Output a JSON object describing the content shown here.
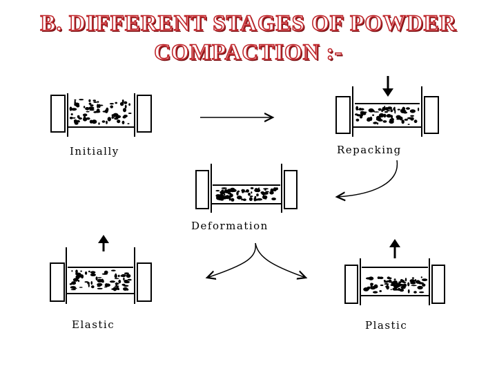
{
  "title": {
    "line1": "B. DIFFERENT STAGES OF POWDER",
    "line2": "COMPACTION :-"
  },
  "stages": {
    "initially": "Initially",
    "repacking": "Repacking",
    "deformation": "Deformation",
    "elastic": "Elastic",
    "plastic": "Plastic"
  },
  "colors": {
    "title_fill": "#ffffff",
    "title_outline": "#c0282d",
    "ink": "#000000"
  }
}
